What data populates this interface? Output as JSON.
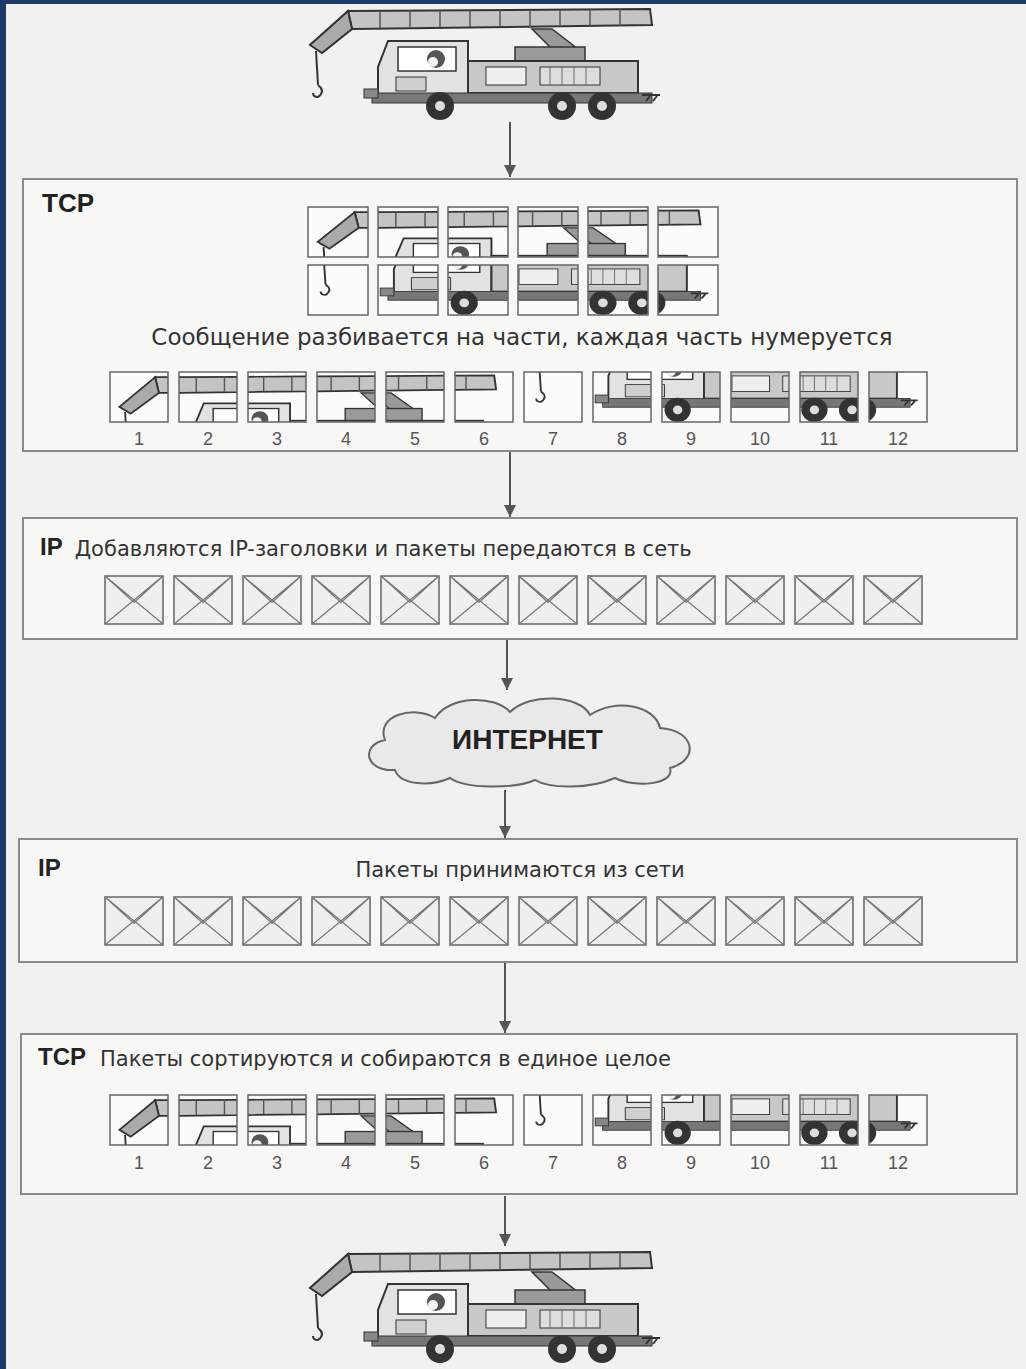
{
  "diagram": {
    "nodes": [
      {
        "text": [
          "TCP",
          "Сообщение разбивается на части, каждая часть нумеруется"
        ]
      },
      {
        "text": [
          "IP",
          "Добавляются IP-заголовки и пакеты передаются в сеть"
        ]
      },
      {
        "text": [
          "ИНТЕРНЕТ"
        ]
      },
      {
        "text": [
          "IP",
          "Пакеты принимаются из сети"
        ]
      },
      {
        "text": [
          "TCP",
          "Пакеты сортируются и собираются в единое целое"
        ]
      }
    ],
    "edges": [
      {
        "from": 0,
        "to": 1,
        "arrow": "to"
      },
      {
        "from": 1,
        "to": 2,
        "arrow": "to"
      },
      {
        "from": 2,
        "to": 3,
        "arrow": "to"
      },
      {
        "from": 3,
        "to": 4,
        "arrow": "to"
      }
    ],
    "labels": [
      "1",
      "2",
      "3",
      "4",
      "5",
      "6",
      "7",
      "8",
      "9",
      "10",
      "11",
      "12",
      "1",
      "2",
      "3",
      "4",
      "5",
      "6",
      "7",
      "8",
      "9",
      "10",
      "11",
      "12"
    ]
  }
}
